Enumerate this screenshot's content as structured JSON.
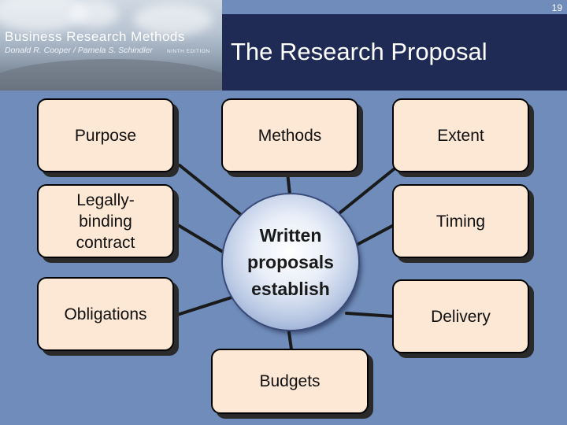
{
  "page_number": "19",
  "header": {
    "book_title": "Business Research Methods",
    "book_authors": "Donald R. Cooper / Pamela S. Schindler",
    "book_edition": "NINTH EDITION",
    "slide_title": "The Research Proposal"
  },
  "diagram": {
    "center": "Written proposals establish",
    "nodes": {
      "purpose": "Purpose",
      "methods": "Methods",
      "extent": "Extent",
      "legally_binding": "Legally-binding contract",
      "timing": "Timing",
      "obligations": "Obligations",
      "delivery": "Delivery",
      "budgets": "Budgets"
    }
  },
  "colors": {
    "background": "#6f8cba",
    "title_bar": "#1f2b55",
    "box_fill": "#fde7d5",
    "connector": "#1a1a1a"
  }
}
